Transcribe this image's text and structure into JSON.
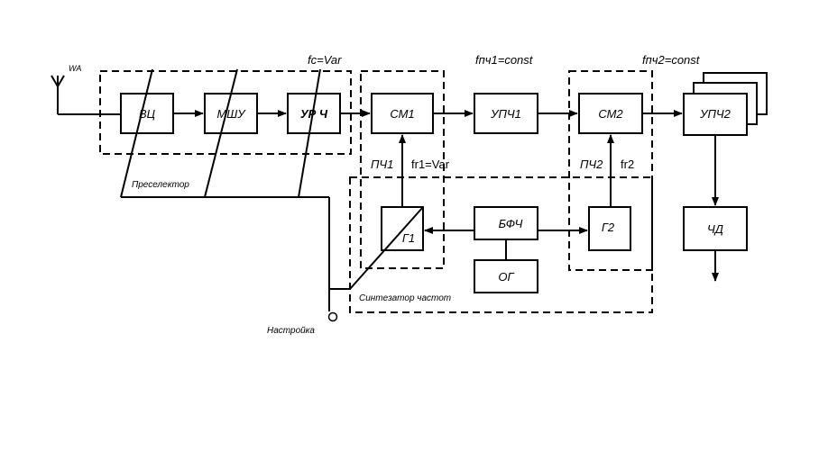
{
  "labels": {
    "antenna": "WA",
    "fc": "fc=Var",
    "fpch1": "fпч1=const",
    "fpch2": "fпч2=const",
    "preselector": "Преселектор",
    "synth": "Синтезатор частот",
    "tuning": "Настройка",
    "pch1": "ПЧ1",
    "fr1": "fr1=Var",
    "pch2": "ПЧ2",
    "fr2": "fr2"
  },
  "blocks": {
    "vc": "ВЦ",
    "mshu": "МШУ",
    "urch": "УР Ч",
    "sm1": "СМ1",
    "upch1": "УПЧ1",
    "sm2": "СМ2",
    "upch2": "УПЧ2",
    "g1": "Г1",
    "bfch": "БФЧ",
    "g2": "Г2",
    "og": "ОГ",
    "chd": "ЧД"
  }
}
